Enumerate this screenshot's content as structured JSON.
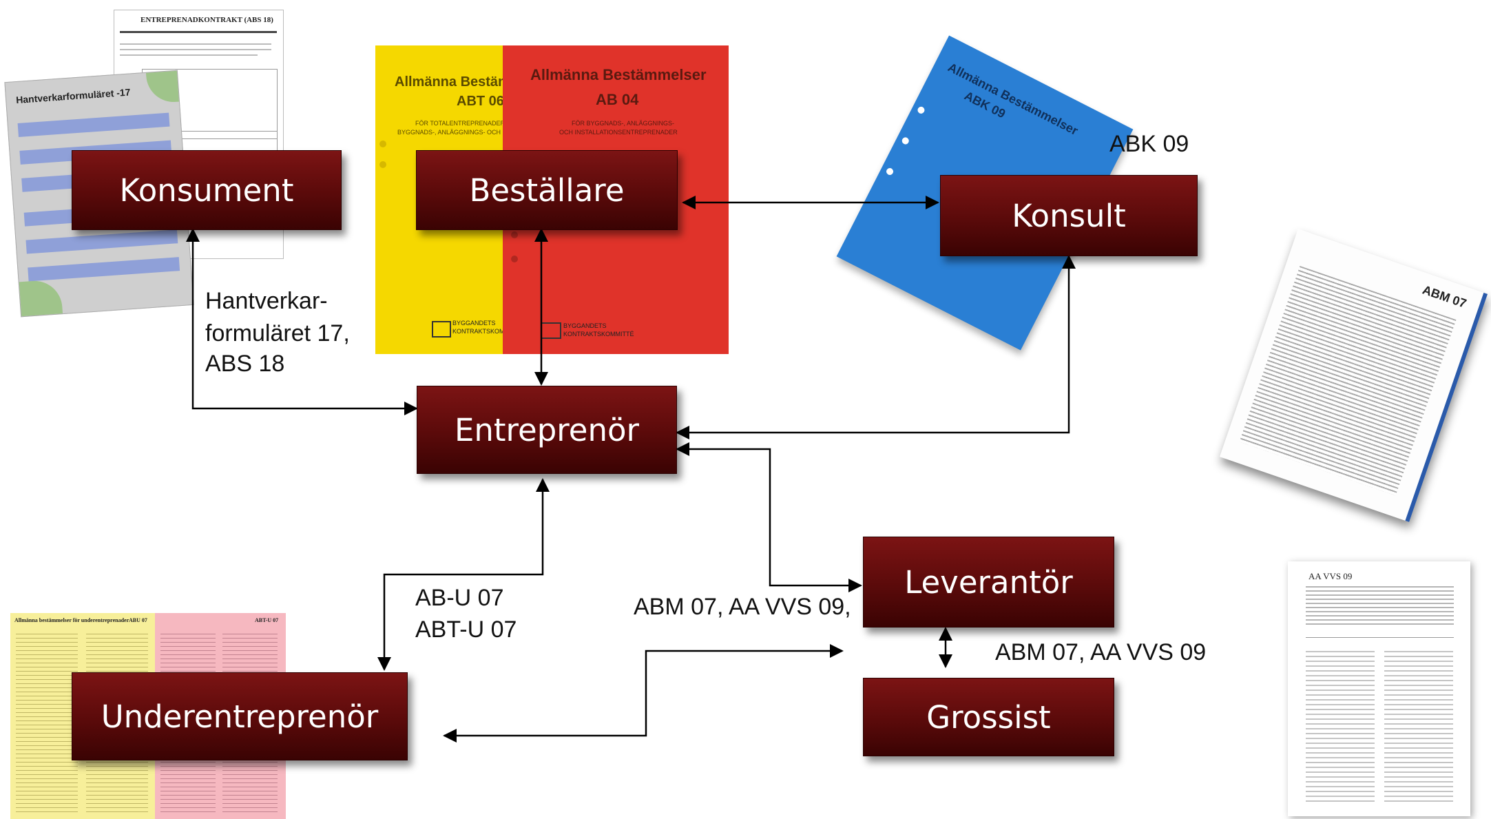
{
  "nodes": {
    "konsument": "Konsument",
    "bestallare": "Beställare",
    "konsult": "Konsult",
    "entreprenor": "Entreprenör",
    "leverantor": "Leverantör",
    "grossist": "Grossist",
    "underentreprenor": "Underentreprenör"
  },
  "labels": {
    "abk": "ABK 09",
    "hantverkar": [
      "Hantverkar-",
      "formuläret 17,",
      "ABS 18"
    ],
    "abu": [
      "AB-U 07",
      "ABT-U 07"
    ],
    "abm_left": "ABM 07, AA VVS 09,",
    "abm_right": "ABM 07, AA VVS 09"
  },
  "documents": {
    "entreprenadkontrakt_title": "ENTREPRENADKONTRAKT (ABS 18)",
    "hantverkar_title": "Hantverkarformuläret -17",
    "abt06_title": "Allmänna Bestäm",
    "abt06_code": "ABT 06",
    "abt06_sub": [
      "FÖR TOTALENTREPRENADER",
      "BYGGNADS-, ANLÄGGNINGS- OCH INST"
    ],
    "ab04_title": "Allmänna Bestämmelser",
    "ab04_code": "AB 04",
    "ab04_sub": [
      "FÖR BYGGNADS-, ANLÄGGNINGS-",
      "OCH INSTALLATIONSENTREPRENADER"
    ],
    "bkk_left": [
      "BYGGANDETS",
      "KONTRAKTSKOMM"
    ],
    "bkk_right": [
      "BYGGANDETS",
      "KONTRAKTSKOMMITTÉ"
    ],
    "abk09_title": "Allmänna Bestämmelser",
    "abk09_code": "ABK 09",
    "abm07_code": "ABM 07",
    "aavvs_title": "AA VVS 09",
    "abu_doc_title": "Allmänna bestämmelser för underentreprenader",
    "abu_doc_code": "ABU 07",
    "abtu_doc_code": "ABT-U 07"
  },
  "colors": {
    "node_fill": "#6a0e0e",
    "arrow": "#000000",
    "yellow_book": "#f5d800",
    "red_book": "#e0332a",
    "blue_book": "#2a7fd4"
  }
}
